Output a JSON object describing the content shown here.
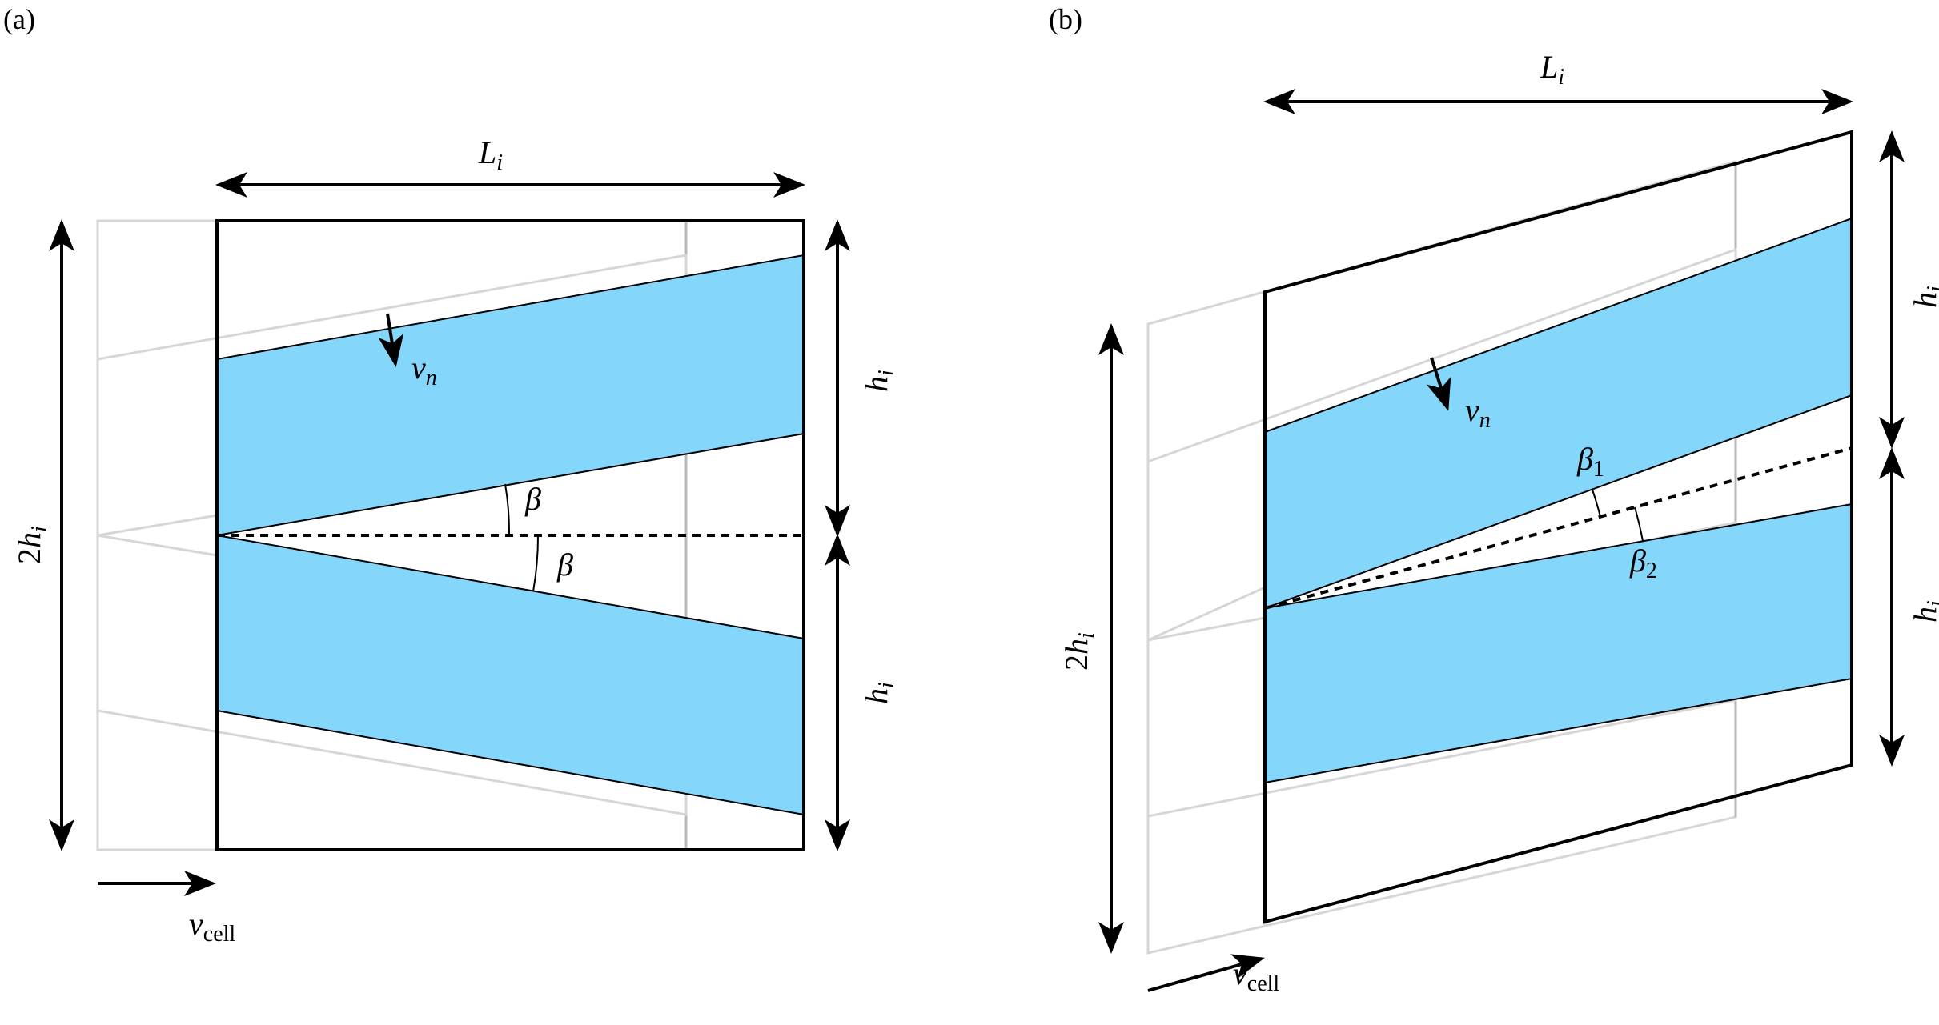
{
  "panels": [
    {
      "id": "a",
      "panel_label": "(a)",
      "labels": {
        "width_main": "L",
        "width_sub": "i",
        "height_full_prefix": "2",
        "height_full_main": "h",
        "height_full_sub": "i",
        "height_upper_main": "h",
        "height_upper_sub": "i",
        "height_lower_main": "h",
        "height_lower_sub": "i",
        "normal_velocity_main": "v",
        "normal_velocity_sub": "n",
        "angle_upper": "β",
        "angle_lower": "β",
        "cell_velocity_main": "v",
        "cell_velocity_sub": "cell"
      }
    },
    {
      "id": "b",
      "panel_label": "(b)",
      "labels": {
        "width_main": "L",
        "width_sub": "i",
        "height_full_prefix": "2",
        "height_full_main": "h",
        "height_full_sub": "i",
        "height_upper_main": "h",
        "height_upper_sub": "i",
        "height_lower_main": "h",
        "height_lower_sub": "i",
        "normal_velocity_main": "v",
        "normal_velocity_sub": "n",
        "angle_upper_main": "β",
        "angle_upper_sub": "1",
        "angle_lower_main": "β",
        "angle_lower_sub": "2",
        "cell_velocity_main": "v",
        "cell_velocity_sub": "cell"
      }
    }
  ],
  "colors": {
    "band_fill": "#85d6fb",
    "ghost_stroke": "#c8c8c8",
    "ink": "#000000"
  }
}
